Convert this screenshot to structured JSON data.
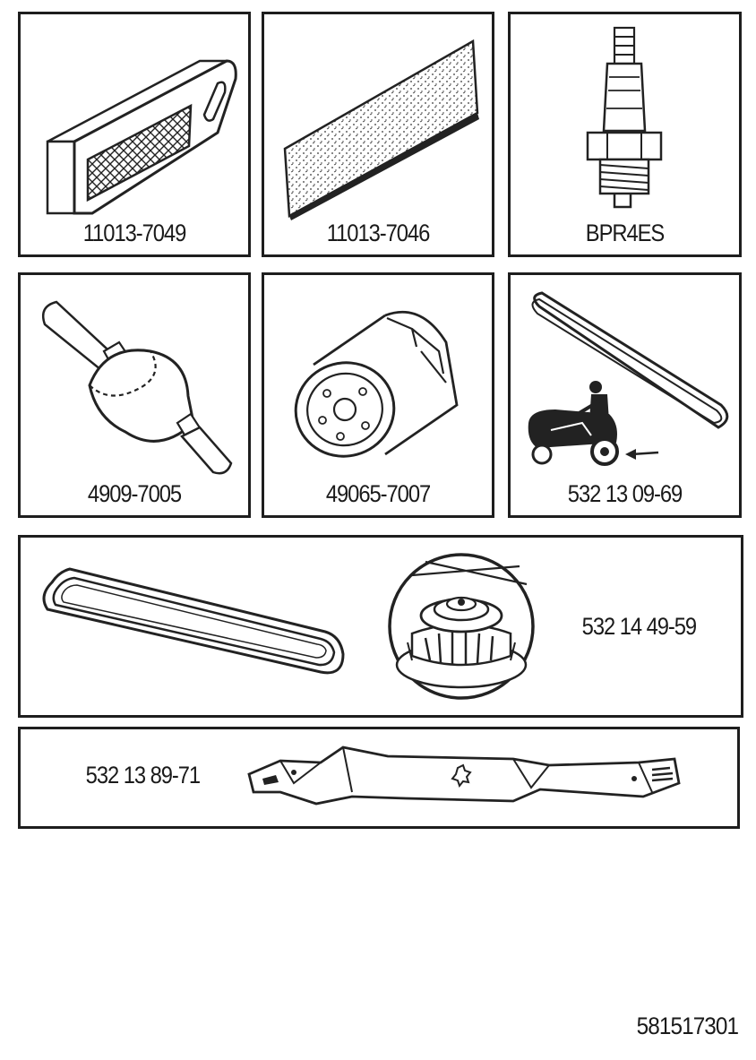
{
  "parts": [
    {
      "id": "air-filter",
      "icon": "air-filter-icon",
      "part_number": "11013-7049"
    },
    {
      "id": "pre-filter",
      "icon": "pre-filter-icon",
      "part_number": "11013-7046"
    },
    {
      "id": "spark-plug",
      "icon": "spark-plug-icon",
      "part_number": "BPR4ES"
    },
    {
      "id": "fuel-filter",
      "icon": "fuel-filter-icon",
      "part_number": "4909-7005"
    },
    {
      "id": "oil-filter",
      "icon": "oil-filter-icon",
      "part_number": "49065-7007"
    },
    {
      "id": "drive-belt",
      "icon": "drive-belt-icon",
      "part_number": "532 13 09-69"
    },
    {
      "id": "deck-belt-pulley",
      "icon": "deck-belt-pulley-icon",
      "part_number": "532 14 49-59"
    },
    {
      "id": "mower-blade",
      "icon": "mower-blade-icon",
      "part_number": "532 13 89-71"
    }
  ],
  "document": {
    "number": "581517301"
  }
}
